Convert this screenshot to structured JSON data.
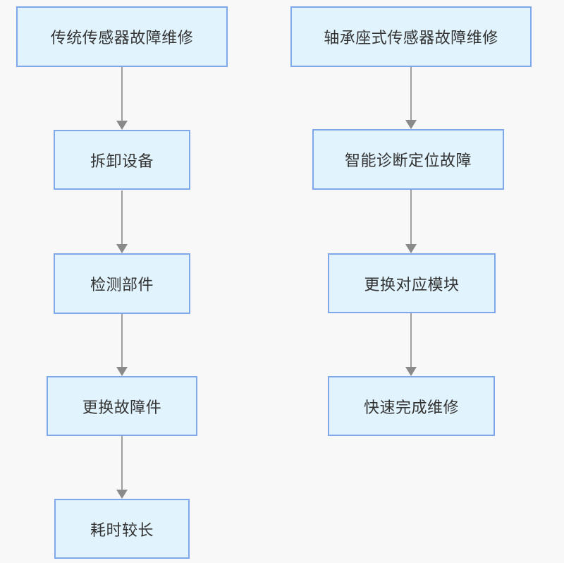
{
  "diagram": {
    "type": "flowchart",
    "columns": [
      {
        "name": "traditional-sensor-repair-flow",
        "steps": [
          "传统传感器故障维修",
          "拆卸设备",
          "检测部件",
          "更换故障件",
          "耗时较长"
        ]
      },
      {
        "name": "bearing-seat-sensor-repair-flow",
        "steps": [
          "轴承座式传感器故障维修",
          "智能诊断定位故障",
          "更换对应模块",
          "快速完成维修"
        ]
      }
    ],
    "colors": {
      "background": "#f8f8f8",
      "node_fill": "#e1f3fd",
      "node_border": "#7fa8eb",
      "arrow_line": "#9e9e9e",
      "arrow_head": "#8a8a8a",
      "text": "#333333"
    }
  }
}
